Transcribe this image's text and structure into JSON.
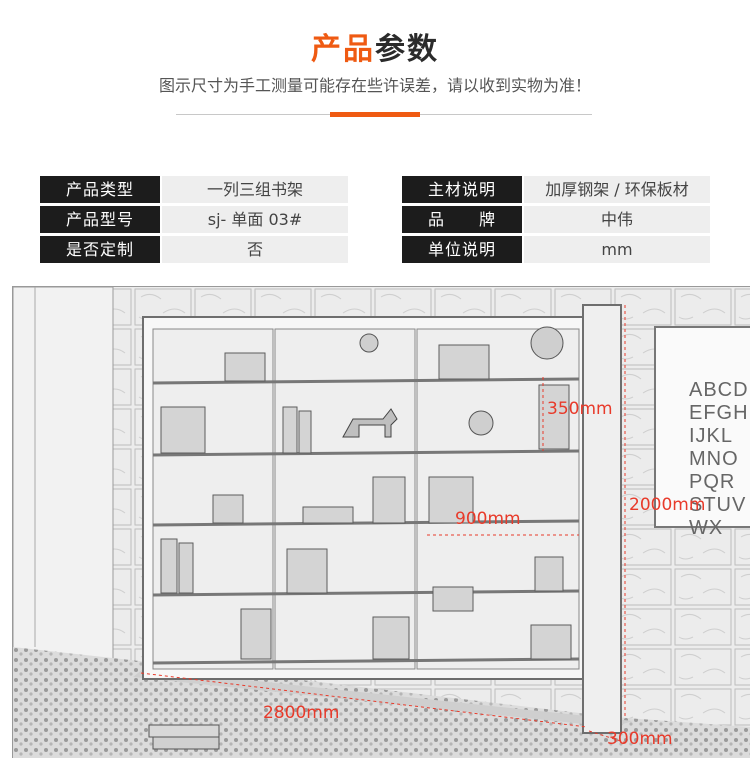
{
  "header": {
    "title_highlight": "产品",
    "title_rest": "参数",
    "subtitle": "图示尺寸为手工测量可能存在些许误差，请以收到实物为准！"
  },
  "specs": [
    {
      "label": "产品类型",
      "value": "一列三组书架"
    },
    {
      "label": "主材说明",
      "value": "加厚钢架 / 环保板材"
    },
    {
      "label": "产品型号",
      "value": "sj- 单面 03#"
    },
    {
      "label": "品　　牌",
      "value": "中伟"
    },
    {
      "label": "是否定制",
      "value": "否"
    },
    {
      "label": "单位说明",
      "value": "mm"
    }
  ],
  "dimensions": {
    "shelf_height": "350mm",
    "total_height": "2000mm",
    "column_width": "900mm",
    "total_width": "2800mm",
    "depth": "300mm"
  },
  "poster": {
    "letters": "ABCDEFGHIJKLMNOPQRSTUVWX"
  },
  "colors": {
    "accent": "#ef5a12",
    "dimension": "#e83a2a",
    "label_bg": "#1c1c1c",
    "value_bg": "#eeeeee"
  }
}
